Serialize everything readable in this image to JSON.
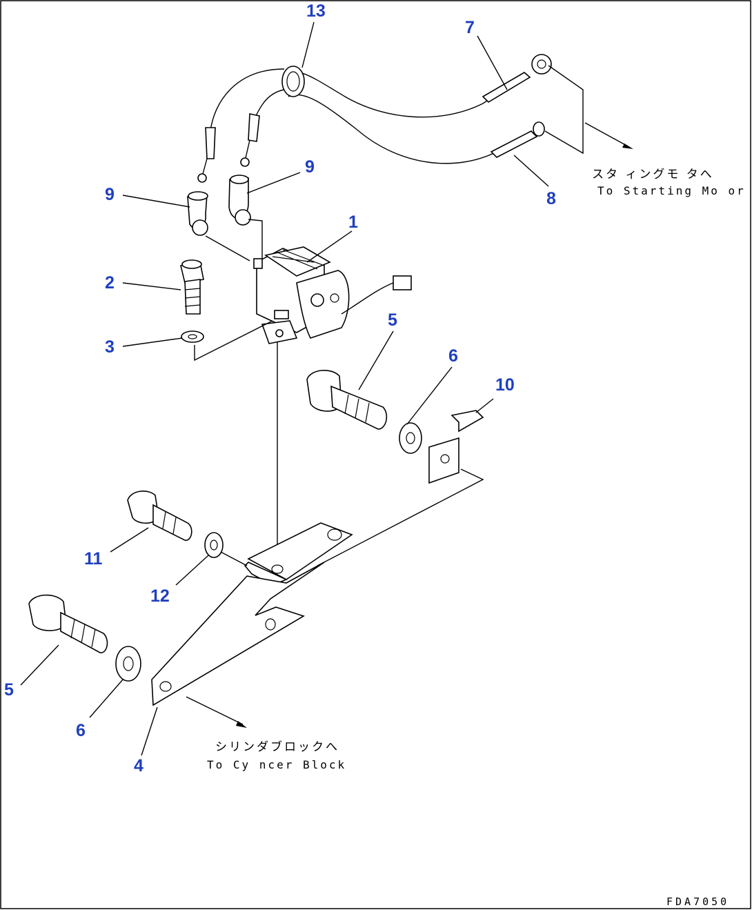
{
  "callouts": [
    {
      "id": "13",
      "label": "13"
    },
    {
      "id": "7",
      "label": "7"
    },
    {
      "id": "9a",
      "label": "9"
    },
    {
      "id": "9b",
      "label": "9"
    },
    {
      "id": "8",
      "label": "8"
    },
    {
      "id": "1",
      "label": "1"
    },
    {
      "id": "2",
      "label": "2"
    },
    {
      "id": "3",
      "label": "3"
    },
    {
      "id": "5a",
      "label": "5"
    },
    {
      "id": "6a",
      "label": "6"
    },
    {
      "id": "10",
      "label": "10"
    },
    {
      "id": "11",
      "label": "11"
    },
    {
      "id": "12",
      "label": "12"
    },
    {
      "id": "5b",
      "label": "5"
    },
    {
      "id": "6b",
      "label": "6"
    },
    {
      "id": "4",
      "label": "4"
    }
  ],
  "annotations": {
    "starting_motor_jp": "スタ  ィングモ  タへ",
    "starting_motor_en": "To Starting Mo or",
    "cylinder_block_jp": "シリンダブロックへ",
    "cylinder_block_en": "To Cy  ncer Block"
  },
  "drawing_code": "FDA7050",
  "colors": {
    "callout": "#1f3fbf",
    "line": "#000000"
  }
}
